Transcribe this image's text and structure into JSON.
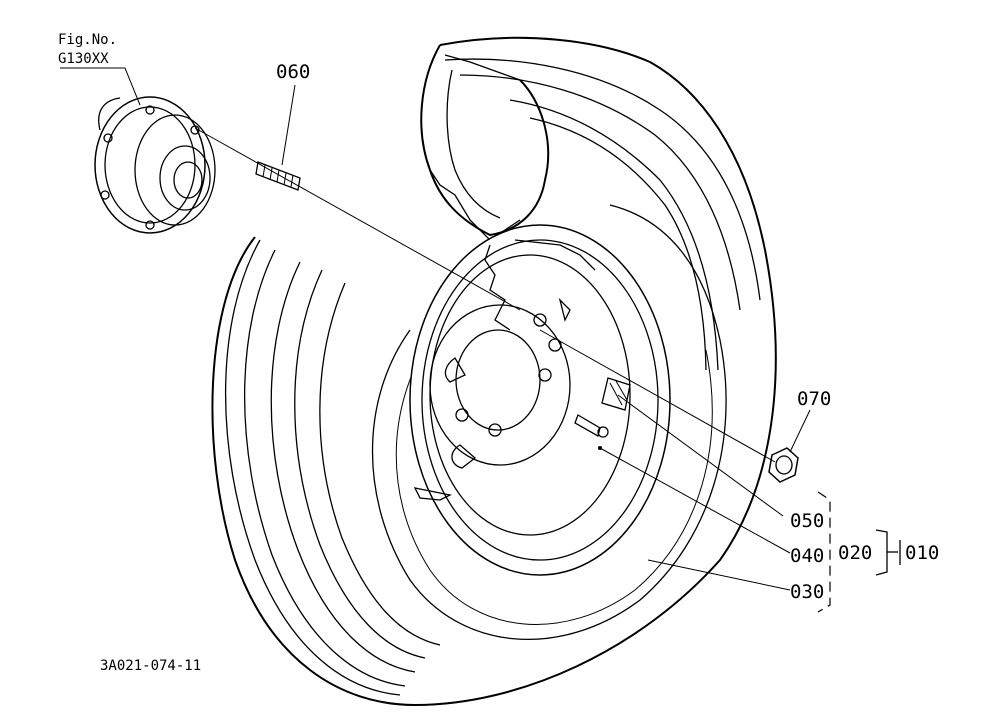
{
  "figure_ref": {
    "line1": "Fig.No.",
    "line2": "G130XX"
  },
  "parts": {
    "p060": "060",
    "p070": "070",
    "p050": "050",
    "p040": "040",
    "p030": "030",
    "p020": "020",
    "p010": "010"
  },
  "drawing_id": "3A021-074-11",
  "icons": {
    "hub": "wheel-hub-icon",
    "tire": "tire-icon",
    "rim": "wheel-rim-icon",
    "stud": "stud-bolt-icon",
    "nut": "lug-nut-icon",
    "valve": "valve-stem-icon"
  }
}
